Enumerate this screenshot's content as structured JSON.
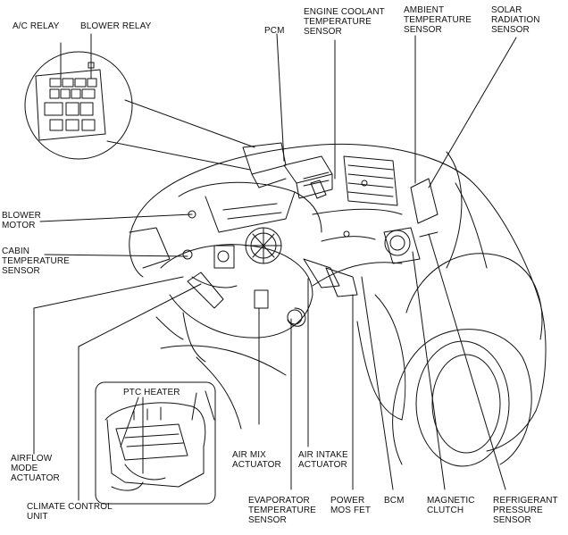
{
  "labels": {
    "ac_relay": "A/C RELAY",
    "blower_relay": "BLOWER RELAY",
    "pcm": "PCM",
    "ect_sensor": "ENGINE COOLANT\nTEMPERATURE\nSENSOR",
    "ambient_sensor": "AMBIENT\nTEMPERATURE\nSENSOR",
    "solar_sensor": "SOLAR\nRADIATION\nSENSOR",
    "blower_motor": "BLOWER\nMOTOR",
    "cabin_sensor": "CABIN\nTEMPERATURE\nSENSOR",
    "ptc_heater": "PTC HEATER",
    "airflow_actuator": "AIRFLOW\nMODE\nACTUATOR",
    "climate_control_unit": "CLIMATE CONTROL\nUNIT",
    "air_mix_actuator": "AIR MIX\nACTUATOR",
    "air_intake_actuator": "AIR INTAKE\nACTUATOR",
    "evaporator_sensor": "EVAPORATOR\nTEMPERATURE\nSENSOR",
    "power_mos_fet": "POWER\nMOS FET",
    "bcm": "BCM",
    "magnetic_clutch": "MAGNETIC\nCLUTCH",
    "refrigerant_sensor": "REFRIGERANT\nPRESSURE\nSENSOR"
  },
  "colors": {
    "line": "#111111",
    "background": "#ffffff"
  }
}
